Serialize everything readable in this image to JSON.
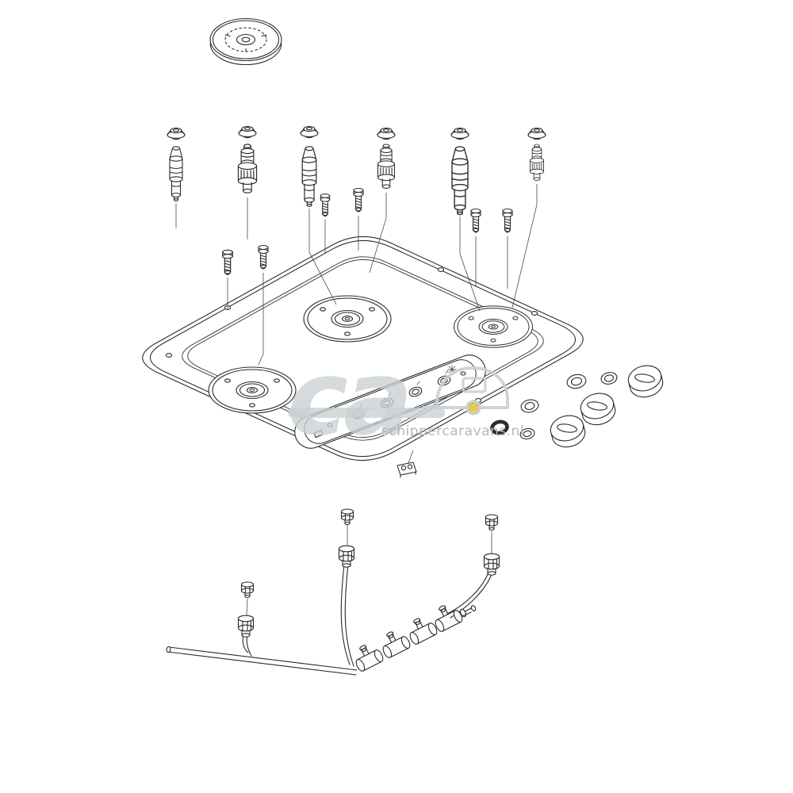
{
  "diagram": {
    "kind": "exploded-parts-diagram",
    "subject": "three-burner-gas-hob"
  },
  "watermark": {
    "logo_text": "ca",
    "site_text": "schippercaravans.nl"
  },
  "colors": {
    "background": "#ffffff",
    "line": "#2b2b2b",
    "leader_line": "#4a4a4a",
    "watermark_gray": "#c9cfd3",
    "watermark_text": "#b2b8bc",
    "watermark_accent_yellow": "#e6c63d"
  },
  "parts": [
    "burner-cap",
    "burner-jet-cap",
    "gas-valve-slim",
    "gas-valve-thick",
    "fastener-screw",
    "hob-body",
    "burner-ring",
    "control-recess",
    "terminal-block",
    "washer",
    "o-ring",
    "control-knob",
    "cap-nut",
    "union-nut",
    "gas-manifold-valve",
    "supply-pipe"
  ]
}
